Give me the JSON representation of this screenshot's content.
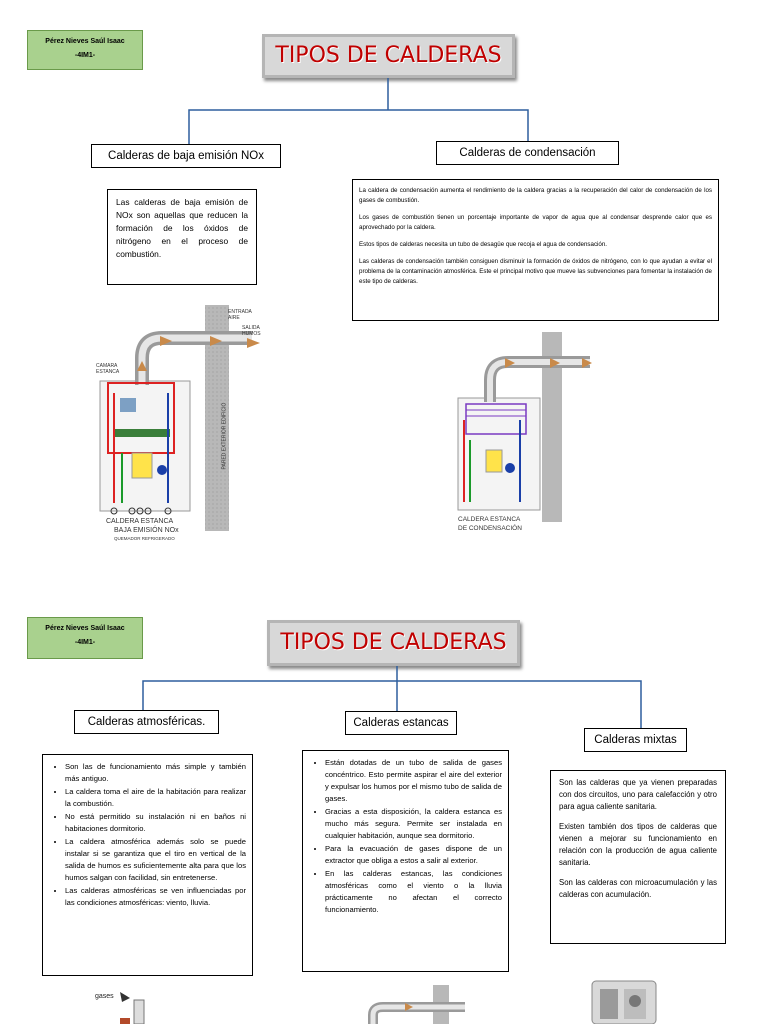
{
  "page1": {
    "author": "Pérez Nieves Saúl Isaac",
    "group": "-4IM1-",
    "title": "TIPOS DE CALDERAS",
    "left_label": "Calderas de baja emisión NOx",
    "right_label": "Calderas de condensación",
    "left_text": "Las calderas de baja emisión de NOx son aquellas que reducen la formación de los óxidos de nitrógeno en el proceso de combustión.",
    "right_paragraphs": [
      "La caldera de condensación aumenta el rendimiento de la caldera gracias a la recuperación del calor de condensación de los gases de combustión.",
      "Los gases de combustión tienen un porcentaje importante de vapor de agua que al condensar desprende calor que es aprovechado por la caldera.",
      "Estos tipos de calderas necesita un tubo de desagüe que recoja el agua de condensación.",
      "Las calderas de condensación también consiguen disminuir la formación de óxidos de nitrógeno, con lo que ayudan a evitar el problema de la contaminación atmosférica. Este el principal motivo que mueve las subvenciones para fomentar la instalación de este tipo de calderas."
    ],
    "diagram_left": {
      "entrada_aire": "ENTRADA\nAIRE",
      "salida_humos": "SALIDA\nHUMOS",
      "camara_estanca": "CAMARA\nESTANCA",
      "pared": "PARED EXTERIOR EDIFICIO",
      "caption1": "CALDERA ESTANCA",
      "caption2": "BAJA EMISIÓN NOx",
      "caption3": "QUEMADOR REFRIGERADO"
    },
    "diagram_right": {
      "caption1": "CALDERA ESTANCA",
      "caption2": "DE CONDENSACIÓN"
    }
  },
  "page2": {
    "author": "Pérez Nieves Saúl Isaac",
    "group": "-4IM1-",
    "title": "TIPOS DE CALDERAS",
    "label_atm": "Calderas atmosféricas.",
    "label_est": "Calderas estancas",
    "label_mix": "Calderas mixtas",
    "atm_items": [
      "Son las de funcionamiento más simple y también más antiguo.",
      "La caldera toma el aire de la habitación para realizar la combustión.",
      "No está permitido su instalación ni en baños ni habitaciones dormitorio.",
      "La caldera atmosférica además solo se puede instalar si se garantiza que el tiro en vertical de la salida de humos es suficientemente alta para que los humos salgan con facilidad, sin entretenerse.",
      "Las calderas atmosféricas se ven influenciadas por las condiciones atmosféricas: viento, lluvia."
    ],
    "est_items": [
      "Están dotadas de un tubo de salida de gases concéntrico. Esto permite aspirar el aire del exterior y expulsar los humos por el mismo tubo de salida de gases.",
      "Gracias a esta disposición, la caldera estanca es mucho más segura. Permite ser instalada en cualquier habitación, aunque sea dormitorio.",
      "Para la evacuación de gases dispone de un extractor que obliga a estos a salir al exterior.",
      "En las calderas estancas, las condiciones atmosféricas como el viento o la lluvia prácticamente no afectan el correcto funcionamiento."
    ],
    "mix_paragraphs": [
      "Son las calderas que ya vienen preparadas con dos circuitos, uno para calefacción y otro para agua caliente sanitaria.",
      "Existen también dos tipos de calderas que vienen a mejorar su funcionamiento en relación con la producción de agua caliente sanitaria.",
      "Son las calderas con microacumulación y las calderas con acumulación."
    ],
    "gases_label": "gases"
  },
  "colors": {
    "title_red": "#c00000",
    "name_green": "#a9d18e",
    "connector_blue": "#2e5f9e"
  }
}
